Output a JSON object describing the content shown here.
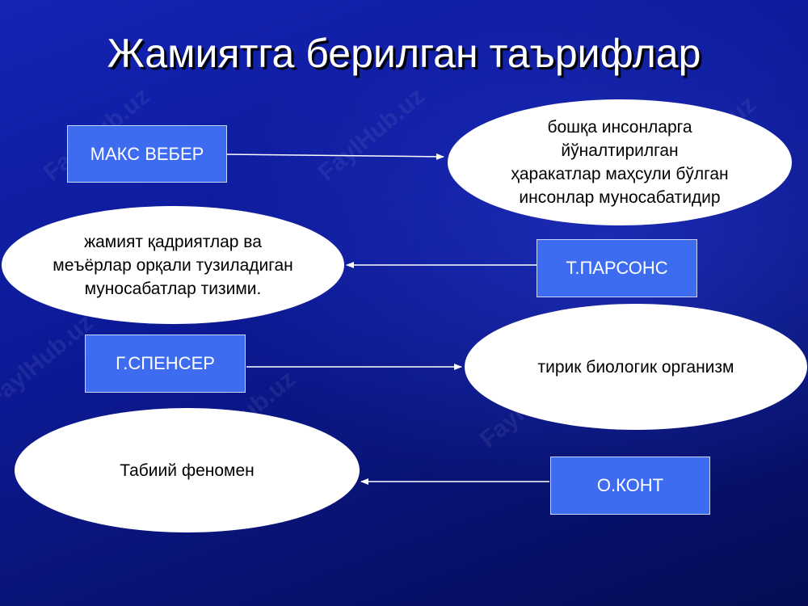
{
  "slide": {
    "title": "Жамиятга берилган таърифлар",
    "watermark": "FaylHub.uz"
  },
  "definitions": [
    {
      "author": "МАКС ВЕБЕР",
      "definition": "бошқа инсонларга\nйўналтирилган\nҳаракатлар маҳсули бўлган\nинсонлар муносабатидир"
    },
    {
      "author": "Т.ПАРСОНС",
      "definition": "жамият қадриятлар ва\nмеъёрлар орқали тузиладиган\nмуносабатлар тизими."
    },
    {
      "author": "Г.СПЕНСЕР",
      "definition": "тирик биологик организм"
    },
    {
      "author": "О.КОНТ",
      "definition": "Табиий феномен"
    }
  ],
  "colors": {
    "author_box": "#3d6cf0",
    "definition_bubble": "#ffffff",
    "arrow": "#ffffff"
  }
}
